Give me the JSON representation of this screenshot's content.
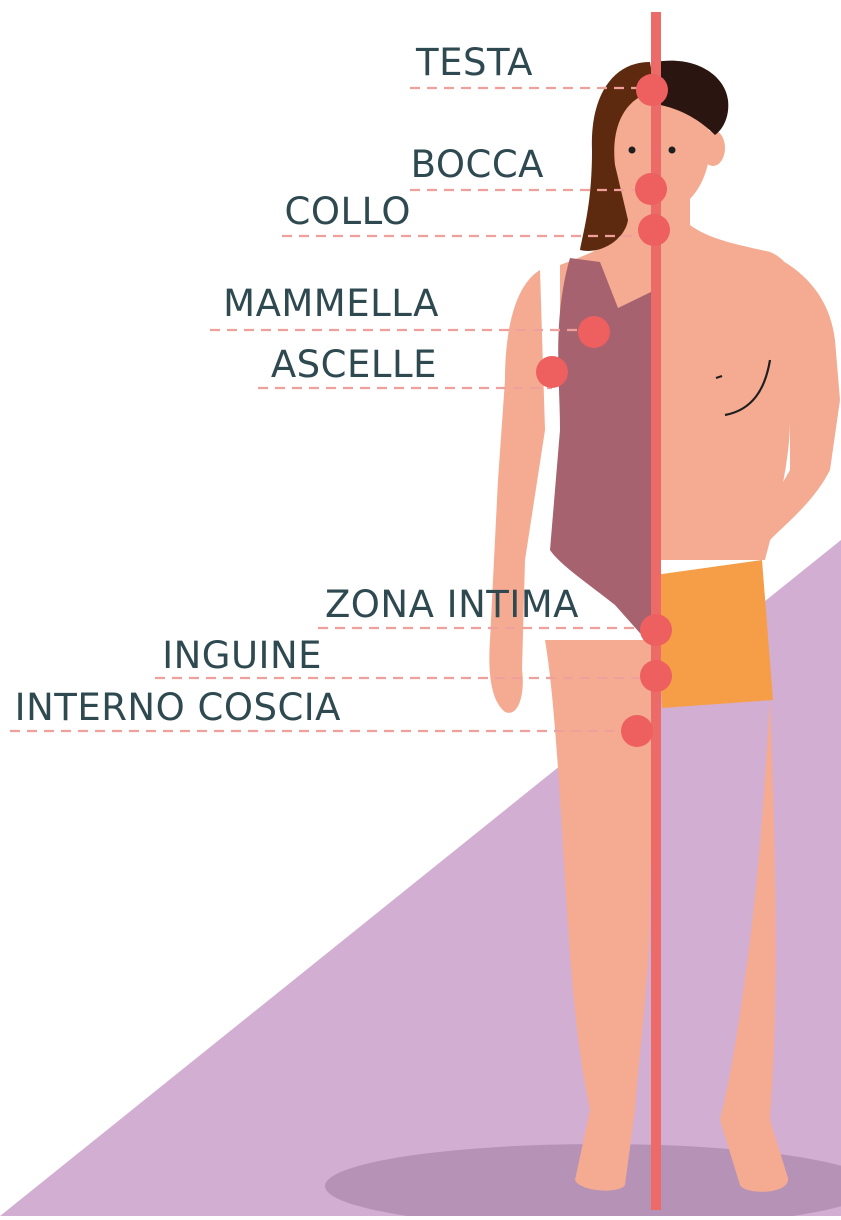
{
  "labels": {
    "testa": "TESTA",
    "bocca": "BOCCA",
    "collo": "COLLO",
    "mammella": "MAMMELLA",
    "ascelle": "ASCELLE",
    "zona_intima": "ZONA INTIMA",
    "inguine": "INGUINE",
    "interno_coscia": "INTERNO COSCIA"
  },
  "colors": {
    "label_text": "#2f4950",
    "marker": "#ee5f60",
    "axis": "#ec6a68",
    "dash": "#f0a09a",
    "background_triangle": "#d3aed3",
    "shadow": "#b592b6",
    "skin": "#f4ab92",
    "swimsuit": "#a7626f",
    "shorts": "#f59e47",
    "hair_female": "#5e2a0f",
    "hair_male": "#2b1510"
  }
}
